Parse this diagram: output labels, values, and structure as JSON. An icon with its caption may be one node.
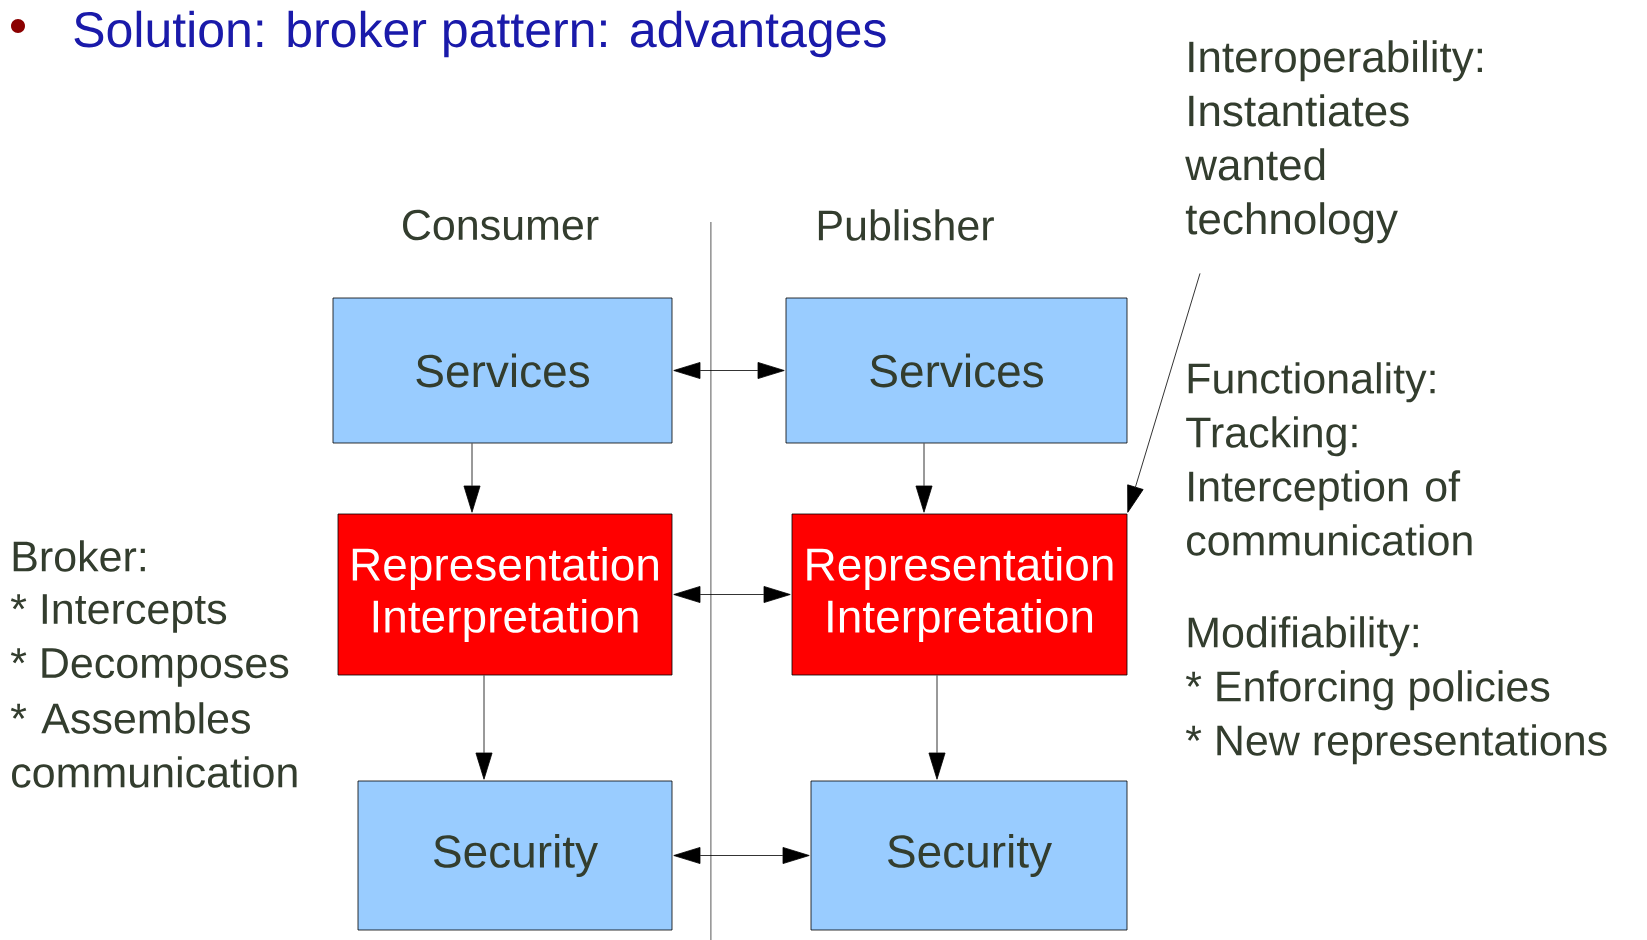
{
  "diagram": {
    "title": "Solution: broker pattern: advantages",
    "nodes": [
      {
        "text": [
          "Services"
        ]
      },
      {
        "text": [
          "Services"
        ]
      },
      {
        "text": [
          "Representation Interpretation"
        ]
      },
      {
        "text": [
          "Representation Interpretation"
        ]
      },
      {
        "text": [
          "Security"
        ]
      },
      {
        "text": [
          "Security"
        ]
      },
      {
        "text": [
          "Interoperability:",
          "Instantiates wanted technology"
        ]
      }
    ],
    "edges": [
      {
        "from": 0,
        "to": 1,
        "arrow": "both"
      },
      {
        "from": 2,
        "to": 3,
        "arrow": "both"
      },
      {
        "from": 4,
        "to": 5,
        "arrow": "both"
      },
      {
        "from": 0,
        "to": 2,
        "arrow": "to"
      },
      {
        "from": 1,
        "to": 3,
        "arrow": "to"
      },
      {
        "from": 2,
        "to": 4,
        "arrow": "to"
      },
      {
        "from": 3,
        "to": 5,
        "arrow": "to"
      },
      {
        "from": 6,
        "to": 3,
        "arrow": "to"
      }
    ],
    "labels": [
      "Consumer",
      "Publisher",
      "Broker:",
      "* Intercepts",
      "* Decomposes",
      "* Assembles communication",
      "Functionality:",
      "Tracking:",
      "Interception of communication",
      "Modifiability:",
      "* Enforcing policies",
      "* New representations"
    ]
  }
}
